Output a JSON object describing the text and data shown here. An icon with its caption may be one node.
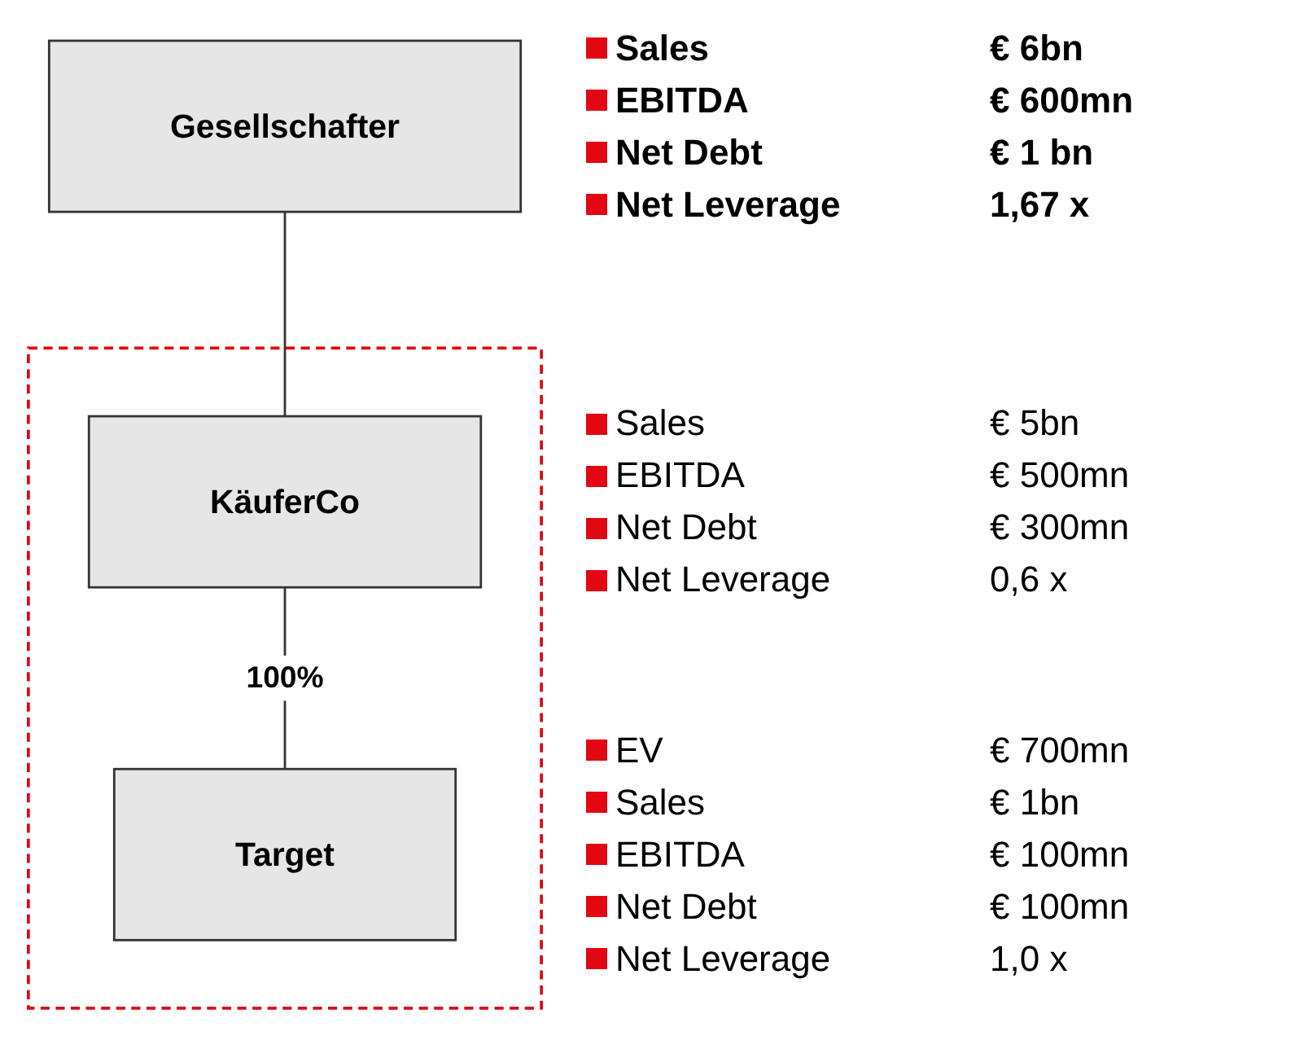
{
  "diagram": {
    "nodes": [
      {
        "text": [
          "Gesellschafter"
        ],
        "beside": [
          "Sales",
          "€ 6bn",
          "EBITDA",
          "€ 600mn",
          "Net Debt",
          "€ 1 bn",
          "Net Leverage",
          "1,67 x"
        ]
      },
      {
        "text": [],
        "shape": "box"
      },
      {
        "text": [
          "KäuferCo"
        ],
        "in": 1,
        "beside": [
          "Sales",
          "€ 5bn",
          "EBITDA",
          "€ 500mn",
          "Net Debt",
          "€ 300mn",
          "Net Leverage",
          "0,6 x"
        ]
      },
      {
        "text": [
          "Target"
        ],
        "in": 1,
        "beside": [
          "EV",
          "€ 700mn",
          "Sales",
          "€ 1bn",
          "EBITDA",
          "€ 100mn",
          "Net Debt",
          "€ 100mn",
          "Net Leverage",
          "1,0 x"
        ]
      }
    ],
    "edges": [
      {
        "from": 0,
        "to": 2,
        "arrow": "none"
      },
      {
        "from": 2,
        "to": 3,
        "arrow": "none",
        "label": "100%"
      }
    ]
  }
}
